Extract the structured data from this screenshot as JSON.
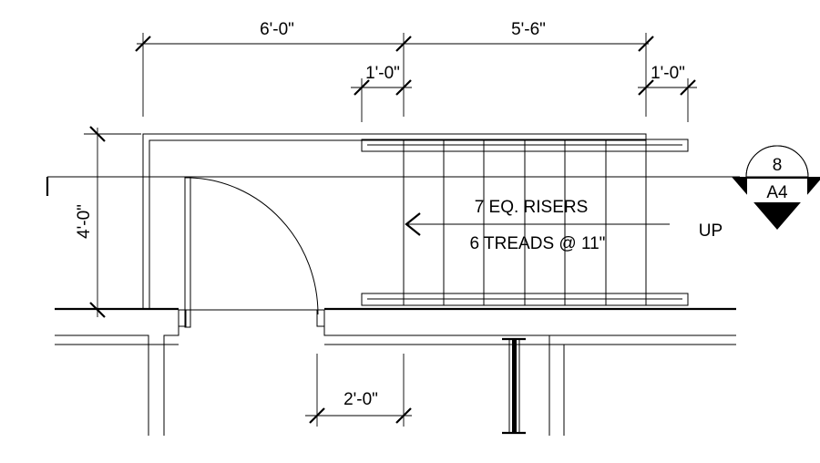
{
  "dimensions": {
    "top_left": "6'-0\"",
    "top_right": "5'-6\"",
    "nosing_left": "1'-0\"",
    "nosing_right": "1'-0\"",
    "landing_depth": "4'-0\"",
    "wall_offset": "2'-0\""
  },
  "stair_notes": {
    "risers": "7 EQ. RISERS",
    "treads": "6 TREADS @ 11\"",
    "direction": "UP"
  },
  "section_marker": {
    "number": "8",
    "sheet": "A4"
  }
}
